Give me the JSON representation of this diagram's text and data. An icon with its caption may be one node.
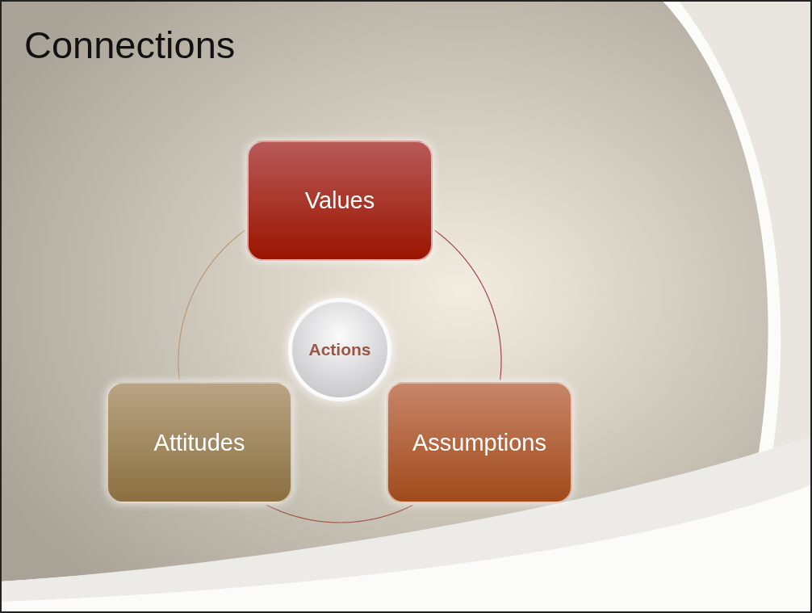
{
  "diagram": {
    "title": "Connections",
    "nodes": [
      {
        "text": [
          "Values"
        ]
      },
      {
        "text": [
          "Assumptions"
        ]
      },
      {
        "text": [
          "Attitudes"
        ]
      },
      {
        "text": [
          "Actions"
        ]
      }
    ],
    "edges": [
      {
        "from": 0,
        "to": 1,
        "arrow": "none",
        "color": "#a04848"
      },
      {
        "from": 1,
        "to": 2,
        "arrow": "none",
        "color": "#a05a48"
      },
      {
        "from": 2,
        "to": 0,
        "arrow": "none",
        "color": "#b89a78"
      }
    ]
  }
}
